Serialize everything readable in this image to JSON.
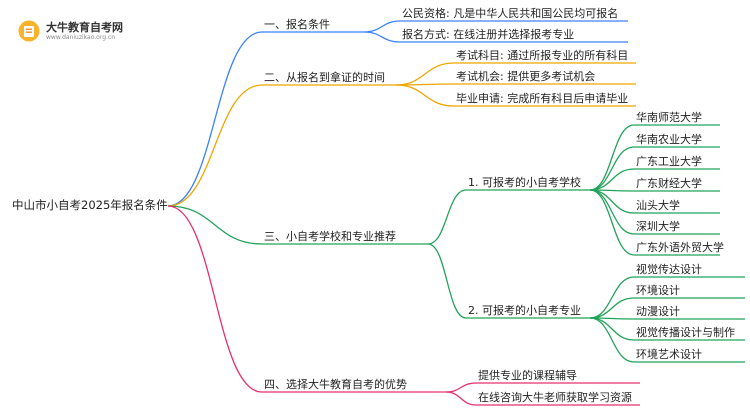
{
  "brand": {
    "title": "大牛教育自考网",
    "url": "www.daniuzikao.org.cn"
  },
  "root": "中山市小自考2025年报名条件",
  "branches": [
    {
      "label": "一、报名条件",
      "color": "#3b82f6",
      "children": [
        {
          "label": "公民资格: 凡是中华人民共和国公民均可报名"
        },
        {
          "label": "报名方式: 在线注册并选择报考专业"
        }
      ]
    },
    {
      "label": "二、从报名到拿证的时间",
      "color": "#f0a500",
      "children": [
        {
          "label": "考试科目: 通过所报专业的所有科目"
        },
        {
          "label": "考试机会: 提供更多考试机会"
        },
        {
          "label": "毕业申请: 完成所有科目后申请毕业"
        }
      ]
    },
    {
      "label": "三、小自考学校和专业推荐",
      "color": "#22a35a",
      "children": [
        {
          "label": "1. 可报考的小自考学校",
          "children": [
            "华南师范大学",
            "华南农业大学",
            "广东工业大学",
            "广东财经大学",
            "汕头大学",
            "深圳大学",
            "广东外语外贸大学"
          ]
        },
        {
          "label": "2. 可报考的小自考专业",
          "children": [
            "视觉传达设计",
            "环境设计",
            "动漫设计",
            "视觉传播设计与制作",
            "环境艺术设计"
          ]
        }
      ]
    },
    {
      "label": "四、选择大牛教育自考的优势",
      "color": "#e6306e",
      "children": [
        {
          "label": "提供专业的课程辅导"
        },
        {
          "label": "在线咨询大牛老师获取学习资源"
        }
      ]
    }
  ]
}
